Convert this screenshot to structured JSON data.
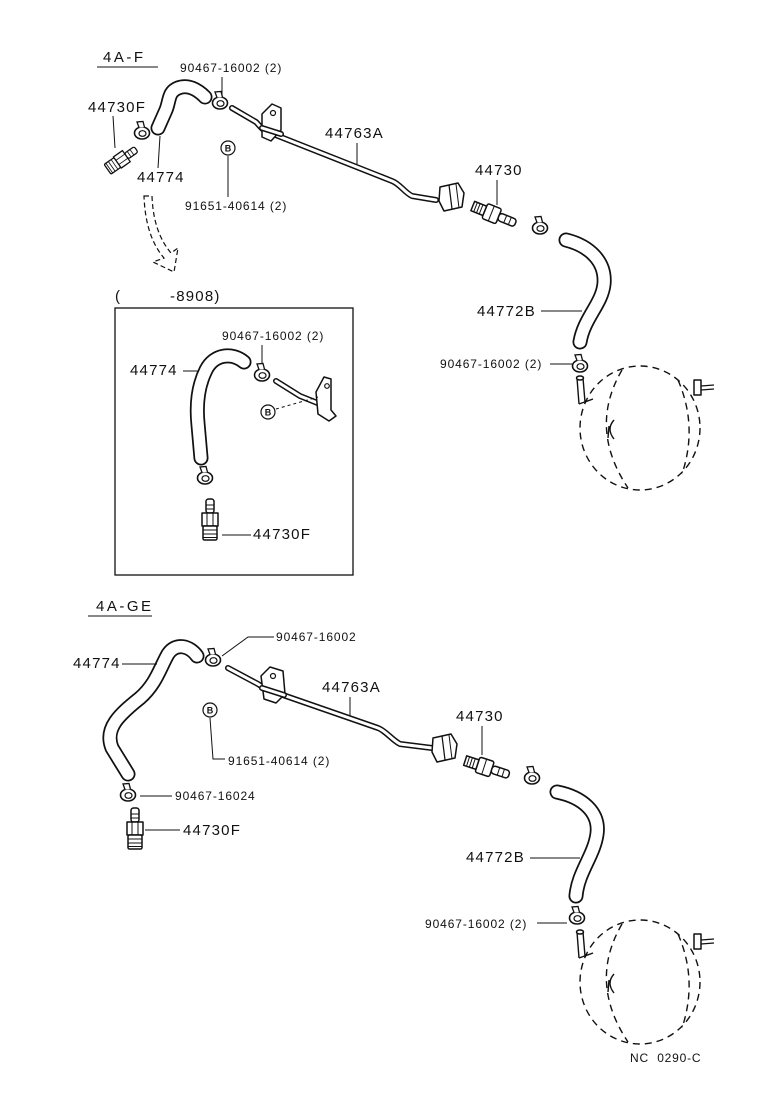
{
  "top": {
    "engine": "4A-F",
    "clamp_hose_label": "90467-16002 (2)",
    "union_label": "44730F",
    "pipe_label": "44763A",
    "bolt_marker": "B",
    "hose_label": "44774",
    "bolt_label": "91651-40614 (2)",
    "valve_label": "44730",
    "booster_hose_label": "44772B",
    "booster_clamp_label": "90467-16002 (2)"
  },
  "inset": {
    "paren_open": "(",
    "range_label": "-8908)",
    "clamp_label": "90467-16002 (2)",
    "hose_label": "44774",
    "bolt_marker": "B",
    "union_label": "44730F"
  },
  "bottom": {
    "engine": "4A-GE",
    "clamp_hose_label": "90467-16002",
    "hose_label": "44774",
    "pipe_label": "44763A",
    "valve_label": "44730",
    "bolt_marker": "B",
    "bolt_label": "91651-40614 (2)",
    "union_clamp_label": "90467-16024",
    "union_label": "44730F",
    "booster_hose_label": "44772B",
    "booster_clamp_label": "90467-16002 (2)"
  },
  "drawing_code": "NC  0290-C"
}
